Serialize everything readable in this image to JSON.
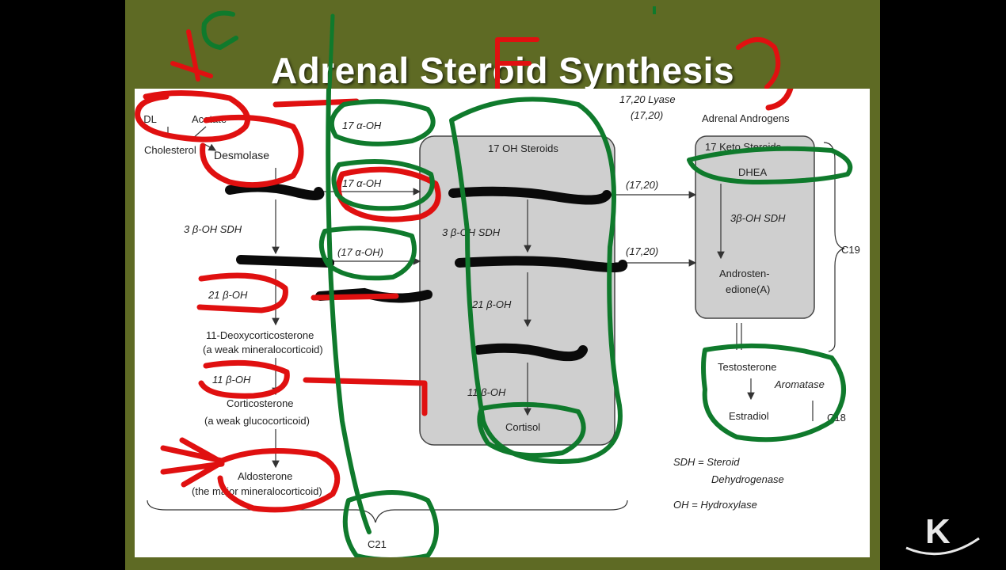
{
  "slide": {
    "title": "Adrenal Steroid Synthesis",
    "colors": {
      "frame": "#5e6a24",
      "panel": "#ffffff",
      "box": "#cfcfcf",
      "red_ink": "#e01010",
      "green_ink": "#0f7a2c"
    }
  },
  "diagram": {
    "left_column": {
      "ldl": "LDL",
      "acetate": "Acetate",
      "cholesterol": "Cholesterol",
      "desmolase": "Desmolase",
      "enzyme_3b": "3 β-OH SDH",
      "enzyme_21b": "21 β-OH",
      "deoxycorticosterone": "11-Deoxycorticosterone",
      "deoxycorticosterone_note": "(a weak mineralocorticoid)",
      "enzyme_11b": "11 β-OH",
      "corticosterone": "Corticosterone",
      "corticosterone_note": "(a weak glucocorticoid)",
      "aldosterone": "Aldosterone",
      "aldosterone_note": "(the major mineralocorticoid)"
    },
    "middle_links": {
      "hydroxylase_1": "17 α-OH",
      "hydroxylase_2": "17 α-OH",
      "hydroxylase_3": "(17 α-OH)"
    },
    "middle_box": {
      "title": "17 OH Steroids",
      "enzyme_3b": "3 β-OH SDH",
      "enzyme_21b": "21 β-OH",
      "enzyme_11b": "11 β-OH",
      "cortisol": "Cortisol"
    },
    "lyase": {
      "label": "17,20 Lyase",
      "label_sub": "(17,20)",
      "arrow_1": "(17,20)",
      "arrow_2": "(17,20)"
    },
    "right_box": {
      "header": "Adrenal Androgens",
      "title": "17 Keto Steroids",
      "dhea": "DHEA",
      "enzyme_3b": "3β-OH SDH",
      "androstenedione_1": "Androsten-",
      "androstenedione_2": "edione(A)"
    },
    "right_lower": {
      "testosterone": "Testosterone",
      "aromatase": "Aromatase",
      "estradiol": "Estradiol",
      "c19": "C19",
      "c18": "C18"
    },
    "legend": {
      "sdh_1": "SDH = Steroid",
      "sdh_2": "Dehydrogenase",
      "oh": "OH = Hydroxylase"
    },
    "bottom": {
      "c21": "C21"
    }
  },
  "logo": {
    "letter": "K"
  }
}
